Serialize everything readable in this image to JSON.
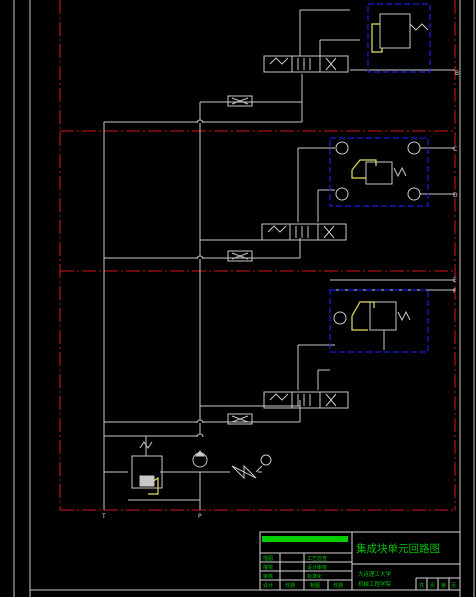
{
  "colors": {
    "background": "#000000",
    "line": "#c8c8c8",
    "section_border": "#d01818",
    "valve_frame": "#1a1ae0",
    "spring": "#e8e060",
    "title_green": "#00c000",
    "title_bar": "#00d000"
  },
  "ports": {
    "B": "B",
    "C": "C",
    "D": "D",
    "E": "E",
    "F": "F",
    "T": "T",
    "P": "P"
  },
  "title_block": {
    "main_title": "集成块单元回路图",
    "school_line1": "大连理工大学",
    "school_line2": "机械工程学院",
    "rows": [
      {
        "left": "描图",
        "right": "工艺检查"
      },
      {
        "left": "描校",
        "right": "设计审核"
      },
      {
        "left": "审核",
        "right": "标准化"
      },
      {
        "left": "设计",
        "cells": [
          "日期",
          "制图",
          "日期"
        ]
      }
    ],
    "sheet_cells": [
      "共",
      "页",
      "第",
      "页"
    ]
  }
}
